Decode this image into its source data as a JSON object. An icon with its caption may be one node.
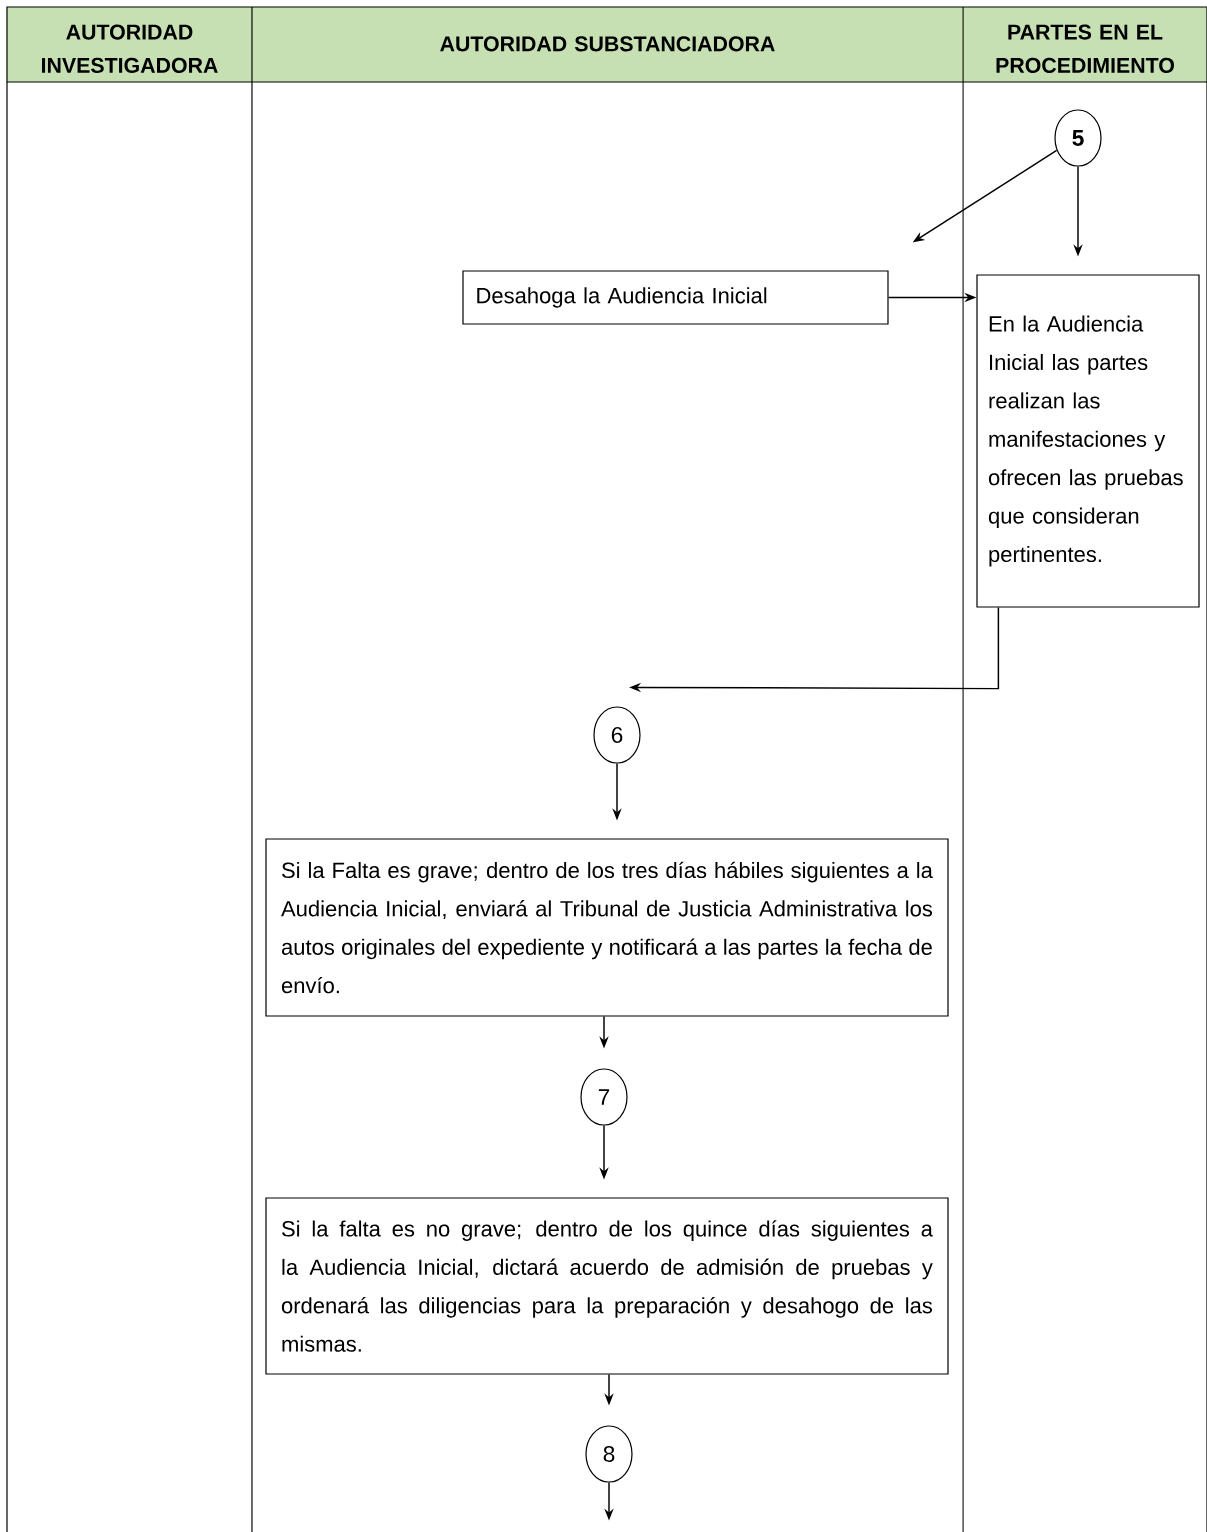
{
  "diagram": {
    "nodes": [
      {
        "text": [
          "AUTORIDAD INVESTIGADORA"
        ]
      },
      {
        "text": [
          "AUTORIDAD SUBSTANCIADORA"
        ]
      },
      {
        "text": [
          "PARTES EN EL PROCEDIMIENTO"
        ]
      },
      {
        "text": [
          "5"
        ]
      },
      {
        "text": [
          "Desahoga la Audiencia Inicial"
        ]
      },
      {
        "text": [
          "En la Audiencia Inicial las partes realizan las manifestaciones y ofrecen las pruebas que consideran pertinentes."
        ]
      },
      {
        "text": [
          "6"
        ]
      },
      {
        "text": [
          "Si la Falta es grave; dentro de los tres días hábiles siguientes a la Audiencia Inicial, enviará al Tribunal de Justicia Administrativa los autos originales del expediente y notificará a las partes la fecha de envío."
        ]
      },
      {
        "text": [
          "7"
        ]
      },
      {
        "text": [
          "Si la falta es no grave; dentro de los quince días siguientes a la Audiencia Inicial, dictará acuerdo de admisión de pruebas y ordenará las diligencias para la preparación y desahogo de las mismas."
        ]
      },
      {
        "text": [
          "8"
        ]
      }
    ],
    "edges": [
      {
        "from": 3,
        "to": 4,
        "arrow": "to"
      },
      {
        "from": 3,
        "to": 5,
        "arrow": "to"
      },
      {
        "from": 4,
        "to": 5,
        "arrow": "to"
      },
      {
        "from": 5,
        "to": 6,
        "arrow": "to"
      },
      {
        "from": 6,
        "to": 7,
        "arrow": "to"
      },
      {
        "from": 7,
        "to": 8,
        "arrow": "to"
      },
      {
        "from": 8,
        "to": 9,
        "arrow": "to"
      },
      {
        "from": 9,
        "to": 10,
        "arrow": "to"
      },
      {
        "from": 10,
        "to": null,
        "arrow": "to"
      }
    ]
  }
}
